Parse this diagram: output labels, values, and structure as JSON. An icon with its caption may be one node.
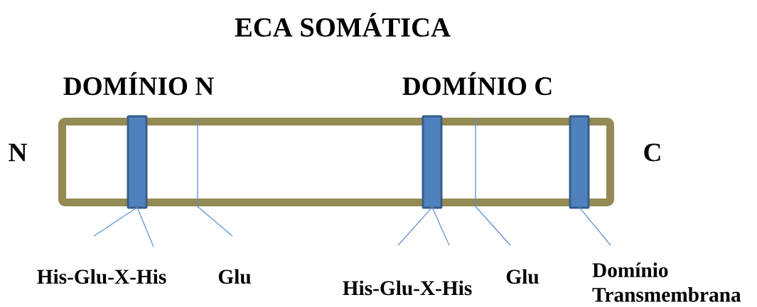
{
  "diagram": {
    "title": "ECA SOMÁTICA",
    "nodes": [
      {
        "text": [],
        "shape": "box"
      },
      {
        "text": [],
        "shape": "bar",
        "in": 0
      },
      {
        "text": [],
        "shape": "line",
        "in": 0
      },
      {
        "text": [],
        "shape": "bar",
        "in": 0
      },
      {
        "text": [],
        "shape": "line",
        "in": 0
      },
      {
        "text": [],
        "shape": "bar",
        "in": 0
      },
      {
        "text": [
          "His-Glu-X-His"
        ]
      },
      {
        "text": [
          "Glu"
        ]
      },
      {
        "text": [
          "His-Glu-X-His"
        ]
      },
      {
        "text": [
          "Glu"
        ]
      },
      {
        "text": [
          "Domínio Transmembrana"
        ]
      }
    ],
    "edges": [
      {
        "from": 6,
        "to": 1,
        "arrow": "none"
      },
      {
        "from": 6,
        "to": 1,
        "arrow": "none"
      },
      {
        "from": 7,
        "to": 2,
        "arrow": "none"
      },
      {
        "from": 8,
        "to": 3,
        "arrow": "none"
      },
      {
        "from": 8,
        "to": 3,
        "arrow": "none"
      },
      {
        "from": 9,
        "to": 4,
        "arrow": "none"
      },
      {
        "from": 10,
        "to": 5,
        "arrow": "none"
      }
    ],
    "labels": [
      "DOMÍNIO N",
      "DOMÍNIO C",
      "N",
      "C"
    ]
  }
}
